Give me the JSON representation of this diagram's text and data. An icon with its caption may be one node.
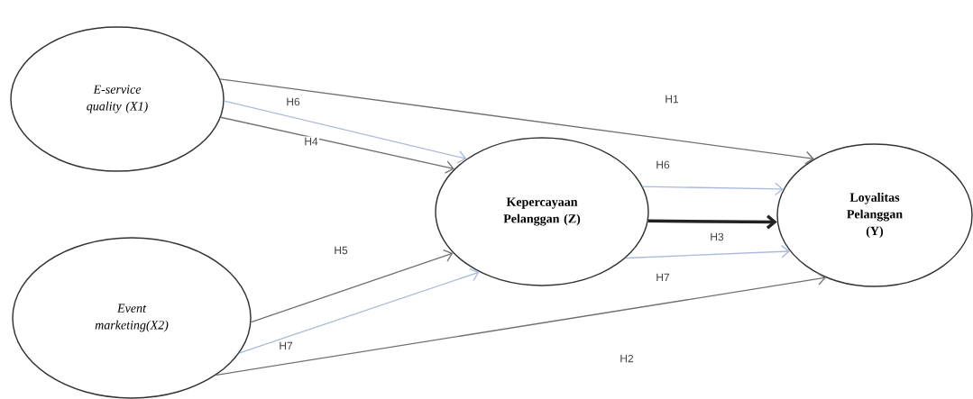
{
  "diagram": {
    "nodes": [
      {
        "text": [
          "E-service quality (X1)"
        ]
      },
      {
        "text": [
          "Event marketing(X2)"
        ]
      },
      {
        "text": [
          "Kepercayaan Pelanggan (Z)"
        ]
      },
      {
        "text": [
          "Loyalitas Pelanggan (Y)"
        ]
      }
    ],
    "edges": [
      {
        "from": 0,
        "to": 3,
        "arrow": "to",
        "label": "H1"
      },
      {
        "from": 0,
        "to": 2,
        "arrow": "to",
        "label": "H6",
        "color": "#a9b8dc"
      },
      {
        "from": 0,
        "to": 2,
        "arrow": "to",
        "label": "H4"
      },
      {
        "from": 2,
        "to": 3,
        "arrow": "to",
        "label": "H6",
        "color": "#a9b8dc"
      },
      {
        "from": 2,
        "to": 3,
        "arrow": "to",
        "label": "H3",
        "style": "thick",
        "color": "#222222"
      },
      {
        "from": 2,
        "to": 3,
        "arrow": "to",
        "label": "H7",
        "color": "#a9b8dc"
      },
      {
        "from": 1,
        "to": 2,
        "arrow": "to",
        "label": "H5"
      },
      {
        "from": 1,
        "to": 2,
        "arrow": "to",
        "label": "H7",
        "color": "#a9b8dc"
      },
      {
        "from": 1,
        "to": 3,
        "arrow": "to",
        "label": "H2"
      }
    ]
  }
}
